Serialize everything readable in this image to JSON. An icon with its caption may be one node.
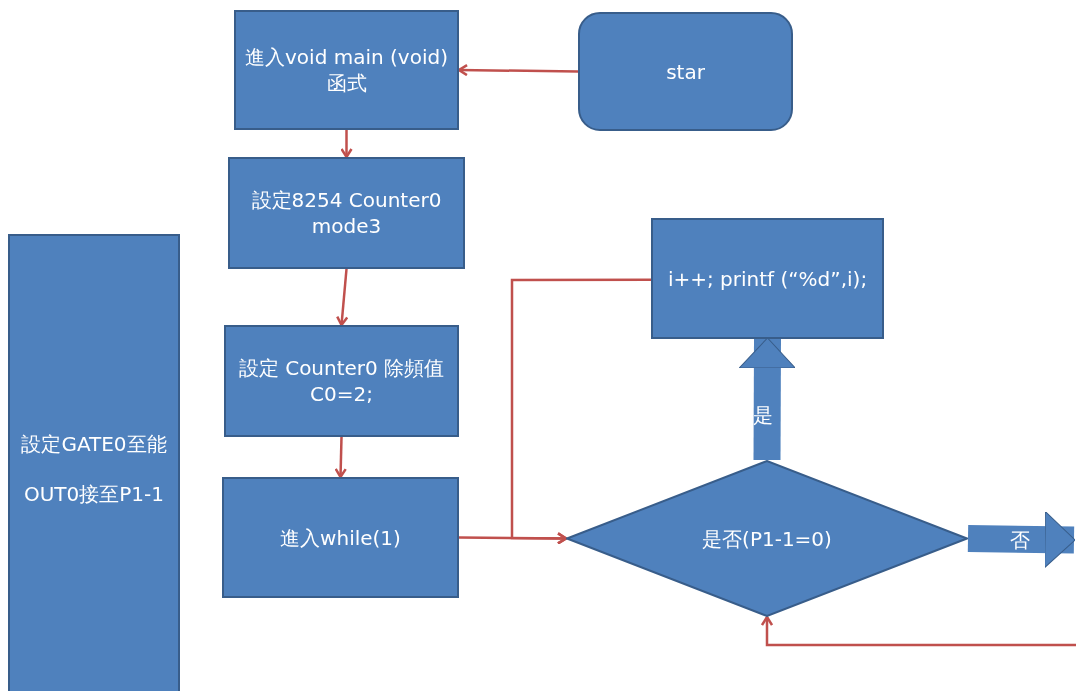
{
  "diagram": {
    "nodes": [
      {
        "text": [
          "star"
        ]
      },
      {
        "text": [
          "進入void main (void)函式"
        ]
      },
      {
        "text": [
          "設定8254  Counter0 mode3"
        ]
      },
      {
        "text": [
          "設定 Counter0 除頻值 C0=2;"
        ]
      },
      {
        "text": [
          "進入while(1)"
        ]
      },
      {
        "text": [
          "是否(P1-1=0)"
        ]
      },
      {
        "text": [
          "i++; printf (“%d”,i);"
        ]
      },
      {
        "text": [
          "設定GATE0至能",
          "OUT0接至P1-1"
        ]
      }
    ],
    "edges": [
      {
        "from": 0,
        "to": 1,
        "arrow": "to"
      },
      {
        "from": 1,
        "to": 2,
        "arrow": "to"
      },
      {
        "from": 2,
        "to": 3,
        "arrow": "to"
      },
      {
        "from": 3,
        "to": 4,
        "arrow": "to"
      },
      {
        "from": 4,
        "to": 5,
        "arrow": "to"
      },
      {
        "from": 6,
        "to": 5,
        "arrow": "to"
      },
      {
        "from": 5,
        "to": 6,
        "arrow": "to",
        "label": "是",
        "style": "thick",
        "color": "#4f81bd"
      },
      {
        "from": 5,
        "to": null,
        "arrow": "to",
        "label": "否",
        "style": "thick",
        "color": "#4f81bd"
      },
      {
        "from": null,
        "to": 5,
        "arrow": "to"
      }
    ]
  }
}
